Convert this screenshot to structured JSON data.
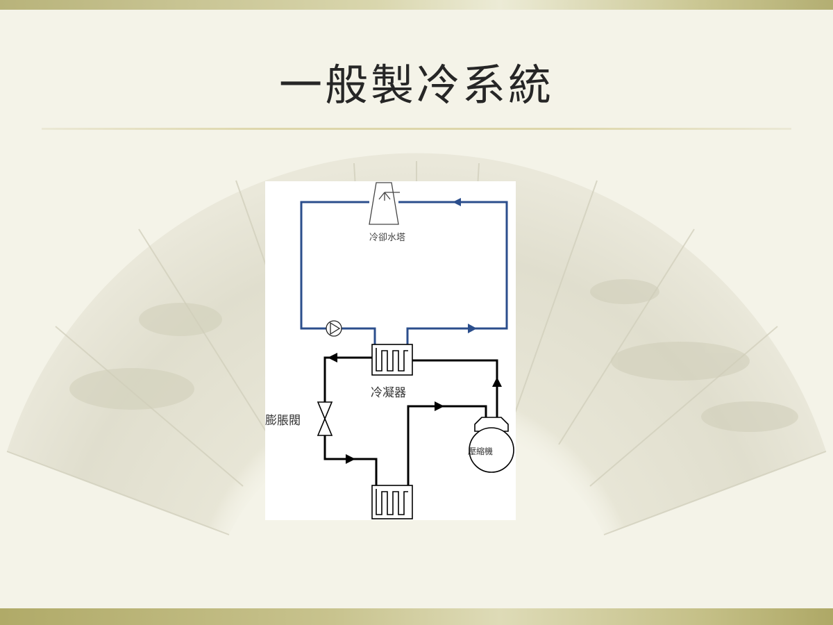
{
  "slide": {
    "title": "一般製冷系統"
  },
  "diagram": {
    "labels": {
      "cooling_tower": "冷卻水塔",
      "condenser": "冷凝器",
      "expansion_valve": "膨脹閥",
      "compressor": "壓縮機"
    },
    "colors": {
      "water_loop": "#2b4e8c",
      "refrigerant_loop": "#000000"
    }
  },
  "theme": {
    "background": "#f4f3e8",
    "band": "#c4bf86"
  }
}
